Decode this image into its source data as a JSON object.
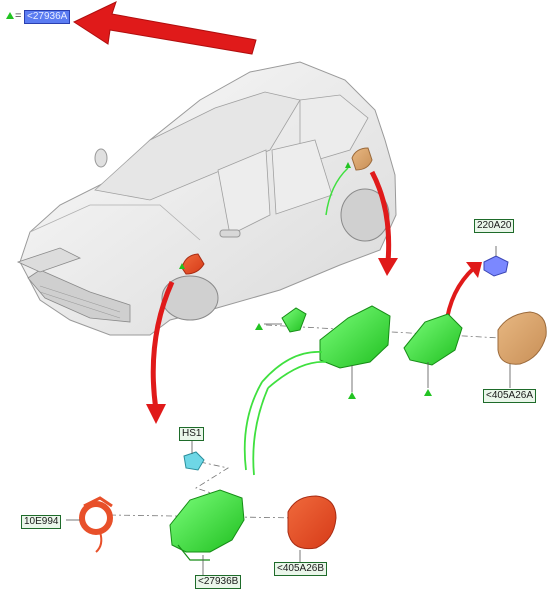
{
  "header": {
    "marker_symbol": "=",
    "highlighted_part": "<27936A"
  },
  "callouts": {
    "part_220A20": "220A20",
    "part_405A26A": "<405A26A",
    "part_HS1": "HS1",
    "part_10E994": "10E994",
    "part_27936B": "<27936B",
    "part_405A26B": "<405A26B"
  },
  "colors": {
    "callout_border": "#1e6b2a",
    "highlight_fill": "#5b7cf2",
    "indicator_triangle": "#22c322",
    "arrow_red": "#e01a1a",
    "part_green": "#3fe03f",
    "flap_tan": "#d7a36e",
    "flap_red": "#e8502a"
  },
  "icons": {
    "indicator": "green-triangle-icon",
    "pointer": "red-arrow-icon"
  }
}
